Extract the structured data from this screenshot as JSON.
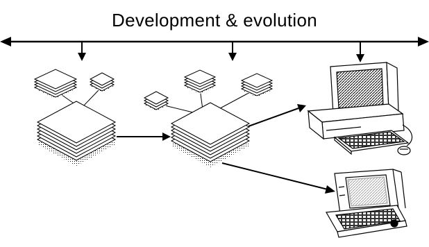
{
  "diagram": {
    "title": "Development & evolution",
    "nodes": [
      {
        "id": "stack-1",
        "kind": "document-stack",
        "satellites": 2
      },
      {
        "id": "stack-2",
        "kind": "document-stack",
        "satellites": 3
      },
      {
        "id": "desktop",
        "kind": "desktop-computer-icon"
      },
      {
        "id": "laptop",
        "kind": "portable-computer-icon"
      }
    ],
    "edges": [
      {
        "from": "stack-1",
        "to": "stack-2"
      },
      {
        "from": "stack-2",
        "to": "desktop"
      },
      {
        "from": "stack-2",
        "to": "laptop"
      }
    ],
    "timeline": {
      "direction": "both",
      "drops": 3
    }
  }
}
